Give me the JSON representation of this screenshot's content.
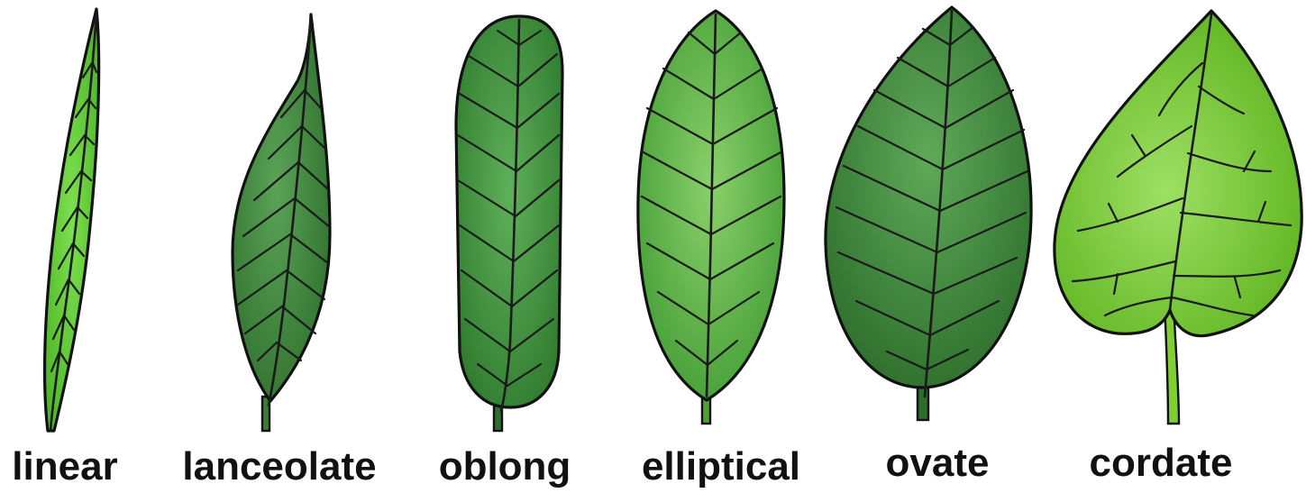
{
  "leaves": [
    {
      "label": "linear",
      "shape": "linear",
      "color": "#5fcb35"
    },
    {
      "label": "lanceolate",
      "shape": "lanceolate",
      "color": "#3f8a3c"
    },
    {
      "label": "oblong",
      "shape": "oblong",
      "color": "#3f943c"
    },
    {
      "label": "elliptical",
      "shape": "elliptical",
      "color": "#58b443"
    },
    {
      "label": "ovate",
      "shape": "ovate",
      "color": "#3c8a3a"
    },
    {
      "label": "cordate",
      "shape": "cordate",
      "color": "#72c42c"
    }
  ]
}
